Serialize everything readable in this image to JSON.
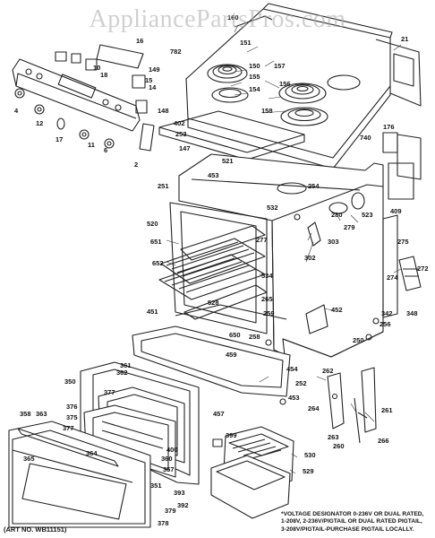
{
  "watermark": "AppliancePartsPros.com",
  "art_number": "(ART NO. WB11151)",
  "footnote": [
    "*VOLTAGE DESIGNATOR 0-236V OR DUAL RATED,",
    "1-208V, 2-236V/PIGTAIL OR DUAL RATED PIGTAIL,",
    "3-208V/PIGTAIL-PURCHASE PIGTAIL LOCALLY."
  ],
  "callouts": [
    {
      "id": "160",
      "text": "160"
    },
    {
      "id": "151",
      "text": "151"
    },
    {
      "id": "21",
      "text": "21"
    },
    {
      "id": "16",
      "text": "16"
    },
    {
      "id": "150",
      "text": "150"
    },
    {
      "id": "157",
      "text": "157"
    },
    {
      "id": "156",
      "text": "156"
    },
    {
      "id": "155",
      "text": "155"
    },
    {
      "id": "154",
      "text": "154"
    },
    {
      "id": "158",
      "text": "158"
    },
    {
      "id": "149",
      "text": "149"
    },
    {
      "id": "782",
      "text": "782"
    },
    {
      "id": "18",
      "text": "18"
    },
    {
      "id": "10",
      "text": "10"
    },
    {
      "id": "15",
      "text": "15"
    },
    {
      "id": "14",
      "text": "14"
    },
    {
      "id": "148",
      "text": "148"
    },
    {
      "id": "402",
      "text": "402"
    },
    {
      "id": "253",
      "text": "253"
    },
    {
      "id": "147",
      "text": "147"
    },
    {
      "id": "4",
      "text": "4"
    },
    {
      "id": "12",
      "text": "12"
    },
    {
      "id": "17",
      "text": "17"
    },
    {
      "id": "11",
      "text": "11"
    },
    {
      "id": "2",
      "text": "2"
    },
    {
      "id": "6",
      "text": "6"
    },
    {
      "id": "740",
      "text": "740"
    },
    {
      "id": "176",
      "text": "176"
    },
    {
      "id": "521",
      "text": "521"
    },
    {
      "id": "453",
      "text": "453"
    },
    {
      "id": "254",
      "text": "254"
    },
    {
      "id": "251",
      "text": "251"
    },
    {
      "id": "532",
      "text": "532"
    },
    {
      "id": "280",
      "text": "280"
    },
    {
      "id": "523",
      "text": "523"
    },
    {
      "id": "279",
      "text": "279"
    },
    {
      "id": "409",
      "text": "409"
    },
    {
      "id": "520",
      "text": "520"
    },
    {
      "id": "651",
      "text": "651"
    },
    {
      "id": "277",
      "text": "277"
    },
    {
      "id": "303",
      "text": "303"
    },
    {
      "id": "275",
      "text": "275"
    },
    {
      "id": "302",
      "text": "302"
    },
    {
      "id": "652",
      "text": "652"
    },
    {
      "id": "534",
      "text": "534"
    },
    {
      "id": "272",
      "text": "272"
    },
    {
      "id": "274",
      "text": "274"
    },
    {
      "id": "265",
      "text": "265"
    },
    {
      "id": "528",
      "text": "528"
    },
    {
      "id": "348",
      "text": "348"
    },
    {
      "id": "451",
      "text": "451"
    },
    {
      "id": "452",
      "text": "452"
    },
    {
      "id": "342",
      "text": "342"
    },
    {
      "id": "259",
      "text": "259"
    },
    {
      "id": "256",
      "text": "256"
    },
    {
      "id": "650",
      "text": "650"
    },
    {
      "id": "258",
      "text": "258"
    },
    {
      "id": "250",
      "text": "250"
    },
    {
      "id": "459",
      "text": "459"
    },
    {
      "id": "361",
      "text": "361"
    },
    {
      "id": "362",
      "text": "362"
    },
    {
      "id": "454",
      "text": "454"
    },
    {
      "id": "252",
      "text": "252"
    },
    {
      "id": "350",
      "text": "350"
    },
    {
      "id": "262",
      "text": "262"
    },
    {
      "id": "453b",
      "text": "453"
    },
    {
      "id": "377",
      "text": "377"
    },
    {
      "id": "264",
      "text": "264"
    },
    {
      "id": "261",
      "text": "261"
    },
    {
      "id": "376",
      "text": "376"
    },
    {
      "id": "375",
      "text": "375"
    },
    {
      "id": "457",
      "text": "457"
    },
    {
      "id": "358",
      "text": "358"
    },
    {
      "id": "363",
      "text": "363"
    },
    {
      "id": "377b",
      "text": "377"
    },
    {
      "id": "263",
      "text": "263"
    },
    {
      "id": "260",
      "text": "260"
    },
    {
      "id": "266",
      "text": "266"
    },
    {
      "id": "399",
      "text": "399"
    },
    {
      "id": "530",
      "text": "530"
    },
    {
      "id": "400",
      "text": "400"
    },
    {
      "id": "364",
      "text": "364"
    },
    {
      "id": "360",
      "text": "360"
    },
    {
      "id": "365",
      "text": "365"
    },
    {
      "id": "357",
      "text": "357"
    },
    {
      "id": "529",
      "text": "529"
    },
    {
      "id": "351",
      "text": "351"
    },
    {
      "id": "393",
      "text": "393"
    },
    {
      "id": "392",
      "text": "392"
    },
    {
      "id": "379",
      "text": "379"
    },
    {
      "id": "378",
      "text": "378"
    }
  ]
}
